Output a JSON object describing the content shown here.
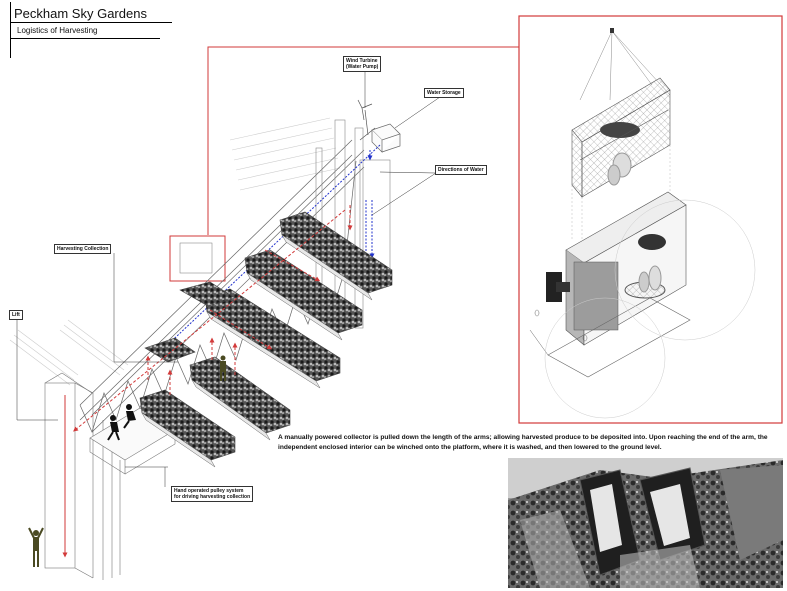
{
  "header": {
    "title": "Peckham Sky Gardens",
    "subtitle": "Logistics of Harvesting"
  },
  "labels": {
    "wind_turbine_line1": "Wind Turbine",
    "wind_turbine_line2": "(Water Pump)",
    "water_storage": "Water Storage",
    "directions_of_water": "Directions of Water",
    "harvesting_collection": "Harvesting Collection",
    "lift": "Lift",
    "pulley_line1": "Hand operated pulley system",
    "pulley_line2": "for driving harvesting collection"
  },
  "description": "A manually powered collector is pulled down the length of the arms; allowing harvested produce to be deposited into. Upon reaching the end of the arm, the independent enclosed interior can be winched onto the platform, where it is washed, and then lowered to the ground level.",
  "colors": {
    "accent_red": "#d23a3a",
    "water_blue": "#2233cc",
    "line_gray": "#777777"
  }
}
